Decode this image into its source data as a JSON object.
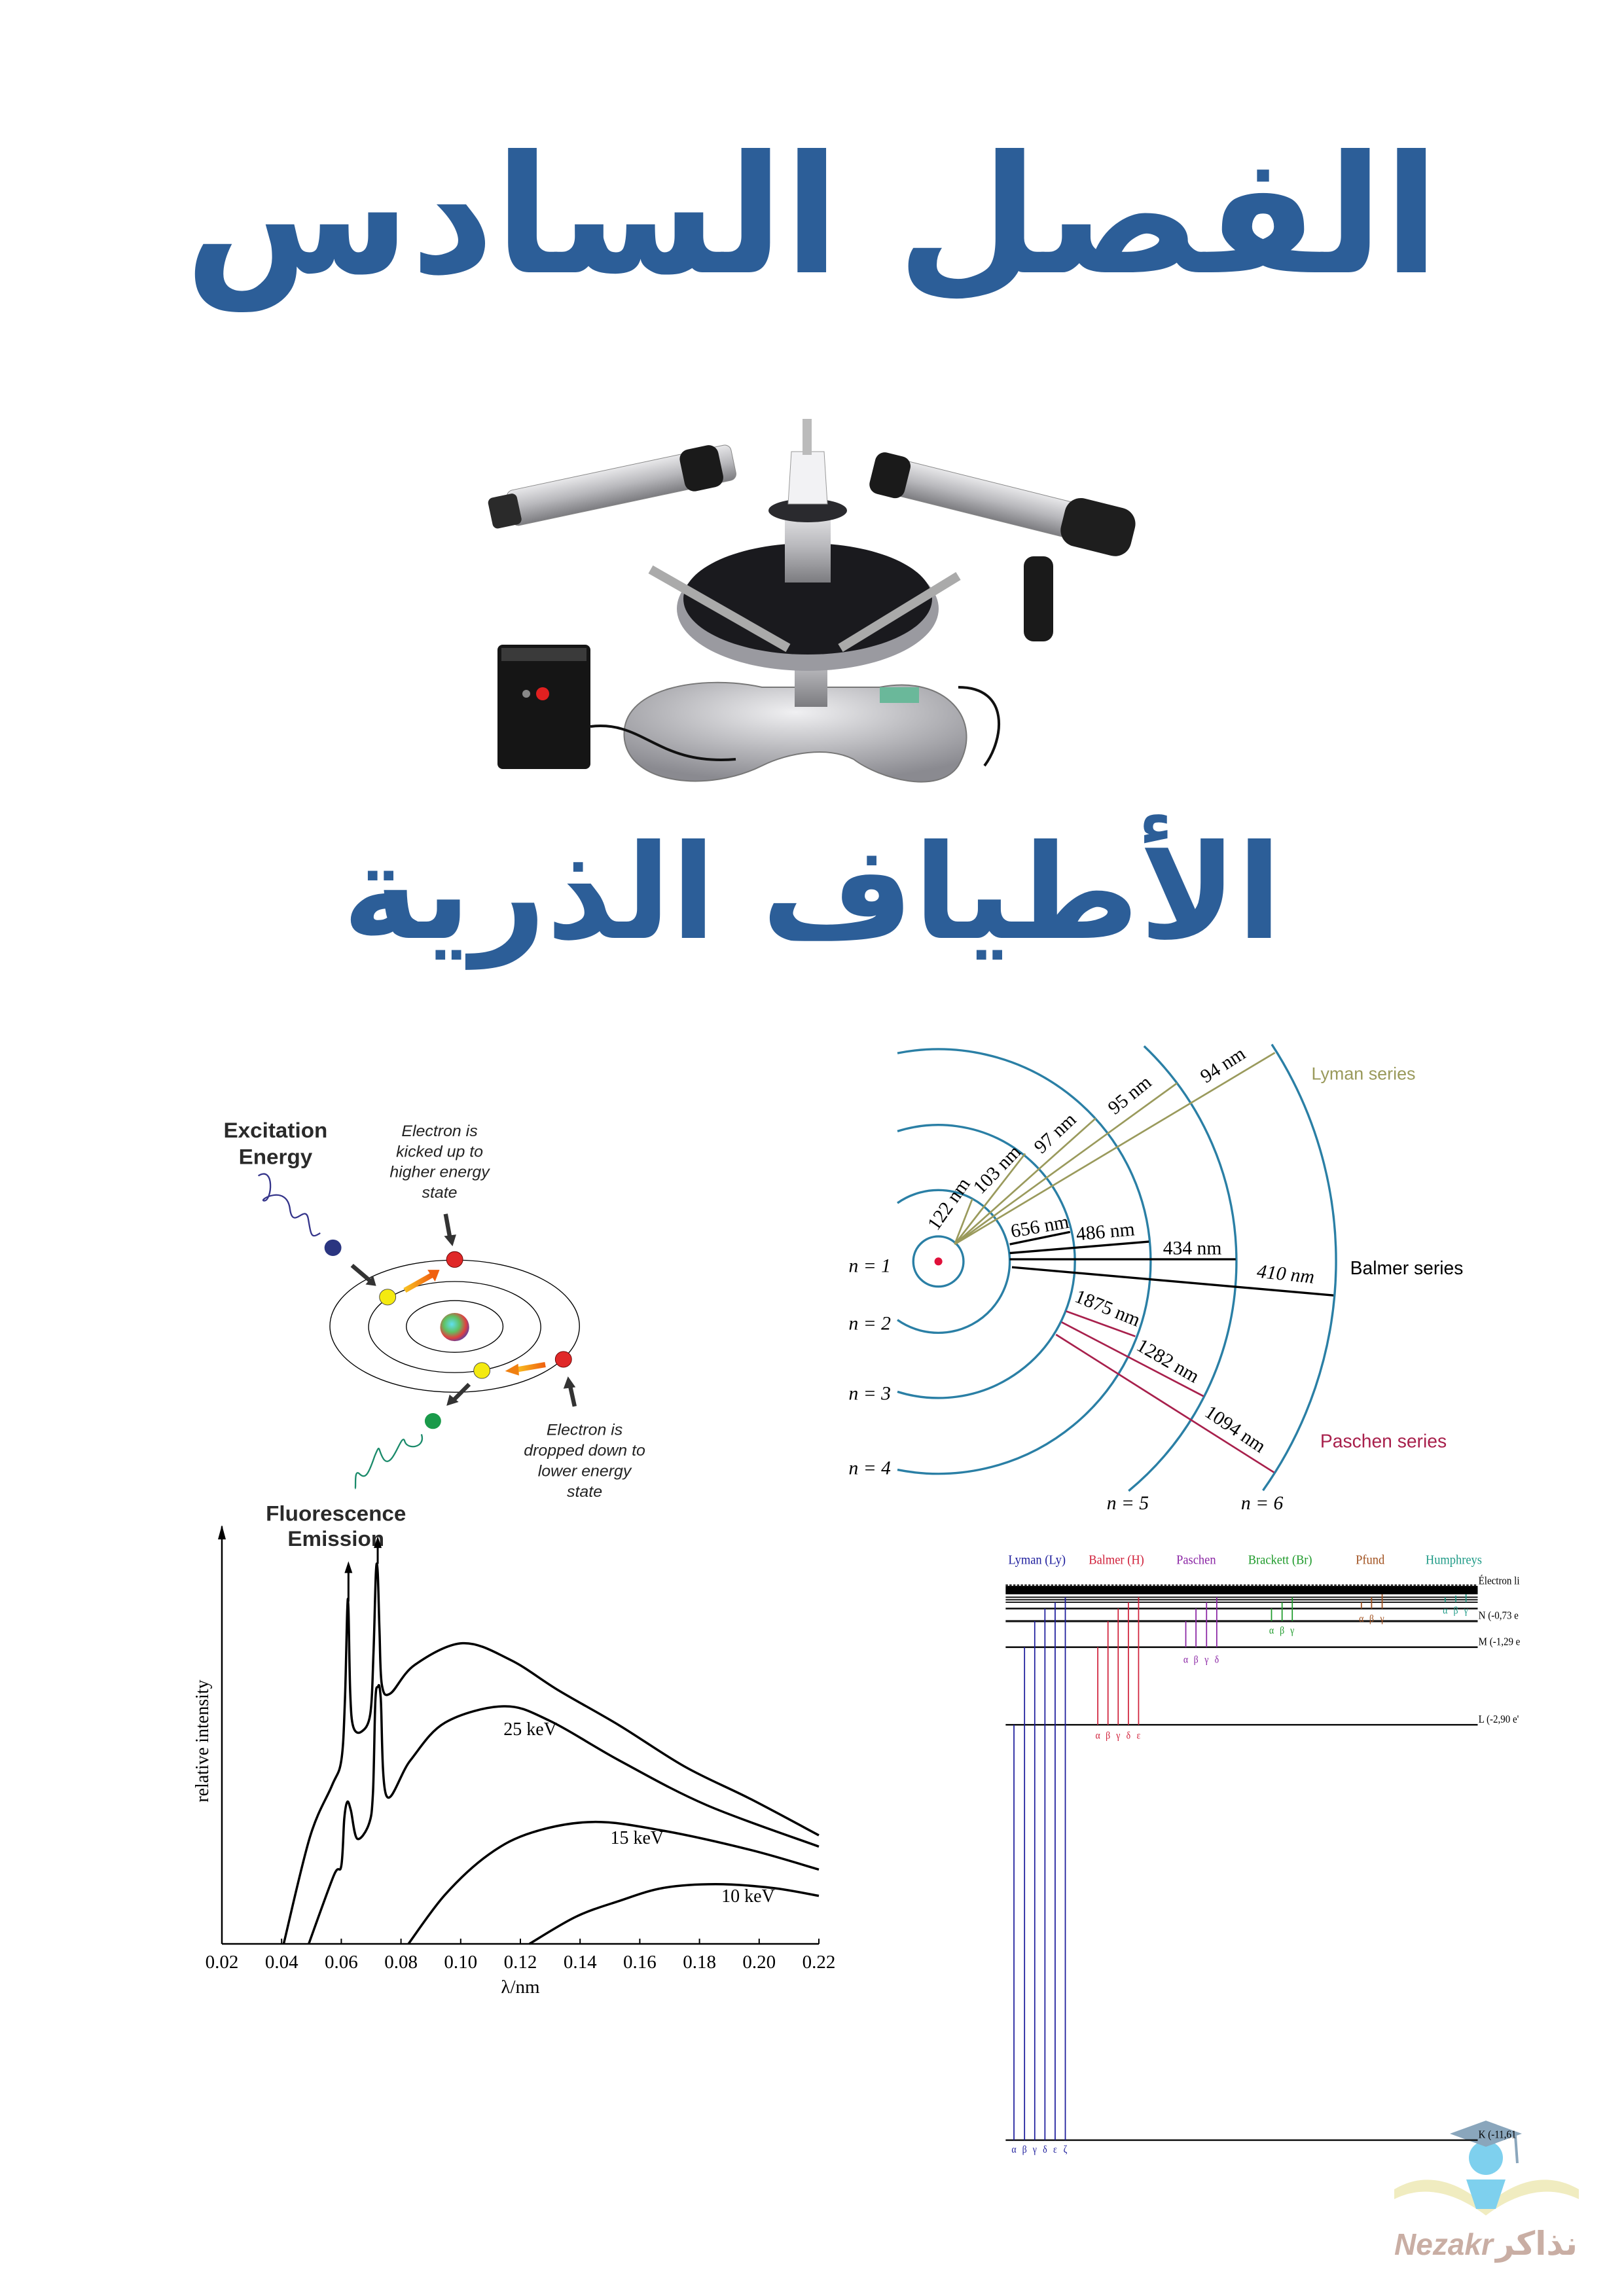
{
  "title": "الفصل السادس",
  "subtitle": "الأطياف الذرية",
  "fluorescence": {
    "excitation": [
      "Excitation",
      "Energy"
    ],
    "kicked": [
      "Electron is",
      "kicked up to",
      "higher energy",
      "state"
    ],
    "dropped": [
      "Electron is",
      "dropped down to",
      "lower energy",
      "state"
    ],
    "emission": [
      "Fluorescence",
      "Emission"
    ]
  },
  "hydrogen": {
    "levels": [
      "n = 1",
      "n = 2",
      "n = 3",
      "n = 4",
      "n = 5",
      "n = 6"
    ],
    "orbit_color": "#2a7fa5",
    "lyman": {
      "label": "Lyman series",
      "color": "#9a9a5c",
      "lines": [
        "122 nm",
        "103 nm",
        "97 nm",
        "95 nm",
        "94 nm"
      ]
    },
    "balmer": {
      "label": "Balmer series",
      "color": "#000000",
      "lines": [
        "656 nm",
        "486 nm",
        "434 nm",
        "410 nm"
      ]
    },
    "paschen": {
      "label": "Paschen series",
      "color": "#a8204c",
      "lines": [
        "1875 nm",
        "1282 nm",
        "1094 nm"
      ]
    }
  },
  "energy_levels": {
    "series": [
      {
        "name": "Lyman (Ly)",
        "color": "#1c1c9c",
        "greek": [
          "α",
          "β",
          "γ",
          "δ",
          "ε",
          "ζ"
        ]
      },
      {
        "name": "Balmer (H)",
        "color": "#d0203a",
        "greek": [
          "α",
          "β",
          "γ",
          "δ",
          "ε"
        ]
      },
      {
        "name": "Paschen",
        "color": "#8a24a4",
        "greek": [
          "α",
          "β",
          "γ",
          "δ"
        ]
      },
      {
        "name": "Brackett (Br)",
        "color": "#1e9a2a",
        "greek": [
          "α",
          "β",
          "γ"
        ]
      },
      {
        "name": "Pfund",
        "color": "#a0501e",
        "greek": [
          "α",
          "β",
          "γ"
        ]
      },
      {
        "name": "Humphreys",
        "color": "#1e9a86",
        "greek": [
          "α",
          "β",
          "γ"
        ]
      }
    ],
    "levels": [
      "Électron li",
      "N (-0,73 e",
      "M (-1,29 e",
      "L (-2,90 e'",
      "K (-11,61"
    ]
  },
  "chart_data": {
    "type": "line",
    "title": "",
    "xlabel": "λ/nm",
    "ylabel": "relative intensity",
    "xlim": [
      0.02,
      0.22
    ],
    "ylim": [
      0,
      100
    ],
    "xticks": [
      "0.02",
      "0.04",
      "0.06",
      "0.08",
      "0.10",
      "0.12",
      "0.14",
      "0.16",
      "0.18",
      "0.20",
      "0.22"
    ],
    "grid": false,
    "series": [
      {
        "name": "",
        "x": [
          0.0407,
          0.0495,
          0.0568,
          0.06,
          0.0612,
          0.062,
          0.0624,
          0.063,
          0.064,
          0.0667,
          0.0697,
          0.0708,
          0.0716,
          0.0722,
          0.0728,
          0.0736,
          0.0765,
          0.0846,
          0.1006,
          0.1167,
          0.1328,
          0.1532,
          0.1752,
          0.1971,
          0.22
        ],
        "y": [
          0,
          25.6,
          37.8,
          43.9,
          58,
          80,
          80,
          60,
          52,
          50.8,
          55,
          70,
          89,
          89,
          75,
          62,
          60,
          66.8,
          72,
          68,
          60.7,
          52.3,
          42.4,
          34.7,
          26
        ]
      },
      {
        "name": "25 keV",
        "x": [
          0.0491,
          0.0575,
          0.06,
          0.061,
          0.062,
          0.0632,
          0.0653,
          0.0692,
          0.0706,
          0.0714,
          0.0722,
          0.0732,
          0.0751,
          0.0831,
          0.0948,
          0.1145,
          0.1299,
          0.1532,
          0.1825,
          0.22
        ],
        "y": [
          0,
          16.4,
          18.7,
          30,
          34,
          32,
          25.2,
          28.6,
          36,
          58,
          61.5,
          59,
          35.5,
          43.9,
          53,
          56.9,
          53.4,
          43.9,
          33.2,
          23.3
        ]
      },
      {
        "name": "15 keV",
        "x": [
          0.0825,
          0.0948,
          0.1094,
          0.124,
          0.1445,
          0.1679,
          0.1971,
          0.22
        ],
        "y": [
          0,
          11.8,
          21.4,
          26.7,
          29.2,
          27.1,
          22.5,
          17.8
        ]
      },
      {
        "name": "10 keV",
        "x": [
          0.123,
          0.1386,
          0.1532,
          0.1679,
          0.1854,
          0.2044,
          0.22
        ],
        "y": [
          0,
          6.5,
          10.3,
          13.4,
          14.3,
          13.4,
          11.5
        ]
      }
    ],
    "annotations": [
      {
        "text": "25 keV",
        "x": 0.1233,
        "y": 50
      },
      {
        "text": "15 keV",
        "x": 0.1591,
        "y": 24
      },
      {
        "text": "10 keV",
        "x": 0.1963,
        "y": 10
      }
    ],
    "peak_arrows": [
      {
        "x": 0.0624,
        "y_from": 82,
        "y_to": 91
      },
      {
        "x": 0.0722,
        "y_from": 91,
        "y_to": 97
      }
    ]
  },
  "logo": {
    "text_latin": "Nezakr",
    "text_arabic": "نذاكر"
  }
}
